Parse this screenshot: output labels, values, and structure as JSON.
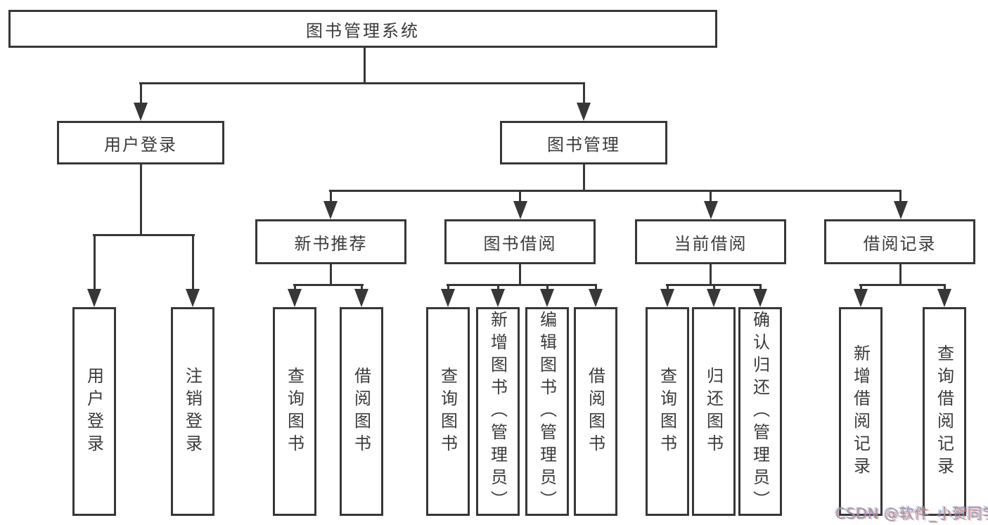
{
  "colors": {
    "line": "#373737",
    "box_border": "#373737",
    "text": "#3b3b3b",
    "background": "#ffffff",
    "watermark": "#9698a0"
  },
  "watermark": {
    "text": "CSDN @软件_小贺同学"
  },
  "tree": {
    "root": {
      "label": "图书管理系统"
    },
    "children": [
      {
        "label": "用户登录",
        "children": [
          {
            "label": "用户登录"
          },
          {
            "label": "注销登录"
          }
        ]
      },
      {
        "label": "图书管理",
        "children": [
          {
            "label": "新书推荐",
            "children": [
              {
                "label": "查询图书"
              },
              {
                "label": "借阅图书"
              }
            ]
          },
          {
            "label": "图书借阅",
            "children": [
              {
                "label": "查询图书"
              },
              {
                "label": "新增图书（管理员）"
              },
              {
                "label": "编辑图书（管理员）"
              },
              {
                "label": "借阅图书"
              }
            ]
          },
          {
            "label": "当前借阅",
            "children": [
              {
                "label": "查询图书"
              },
              {
                "label": "归还图书"
              },
              {
                "label": "确认归还（管理员）"
              }
            ]
          },
          {
            "label": "借阅记录",
            "children": [
              {
                "label": "新增借阅记录"
              },
              {
                "label": "查询借阅记录"
              }
            ]
          }
        ]
      }
    ]
  }
}
